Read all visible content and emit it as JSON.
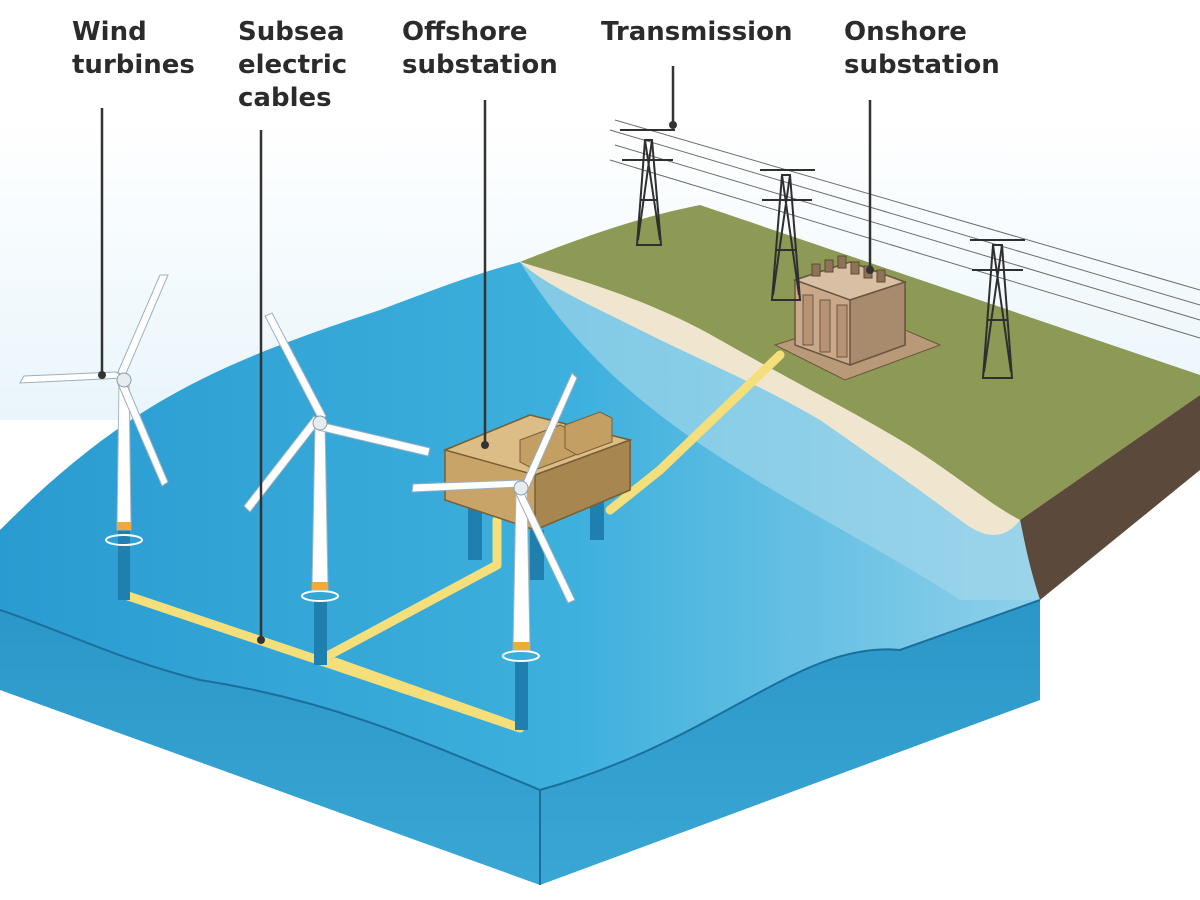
{
  "labels": {
    "wind_turbines": [
      "Wind",
      "turbines"
    ],
    "subsea_cables": [
      "Subsea",
      "electric",
      "cables"
    ],
    "offshore_substation": [
      "Offshore",
      "substation"
    ],
    "transmission": [
      "Transmission"
    ],
    "onshore_substation": [
      "Onshore",
      "substation"
    ]
  },
  "colors": {
    "sea": "#36a8d6",
    "sea_deep": "#1f86b6",
    "sea_front": "#2e9ccc",
    "land": "#8c9a55",
    "land_side": "#5b4a3c",
    "beach": "#f0e6cf",
    "cable": "#f5df7a",
    "substation": "#c8a468",
    "onshore_building": "#c9a98a",
    "turbine": "#ffffff",
    "label_text": "#2b2b2b"
  }
}
